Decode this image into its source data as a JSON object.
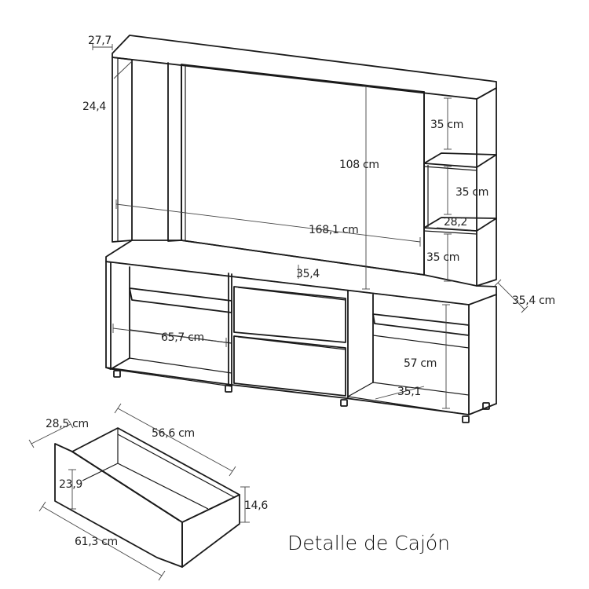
{
  "dimensions": {
    "top_depth": "27,7",
    "side_height": "24,4",
    "shelf_top": "35 cm",
    "shelf_mid": "35 cm",
    "shelf_width": "28,2",
    "shelf_low": "35 cm",
    "panel_height": "108 cm",
    "total_width": "168,1 cm",
    "center_depth": "35,4",
    "base_depth": "35,4 cm",
    "left_width": "65,7 cm",
    "right_height": "57 cm",
    "right_depth": "35,1"
  },
  "drawer": {
    "depth": "28,5 cm",
    "length": "56,6 cm",
    "front_height": "23,9",
    "side_height": "14,6",
    "width": "61,3 cm"
  },
  "title": "Detalle de Cajón"
}
